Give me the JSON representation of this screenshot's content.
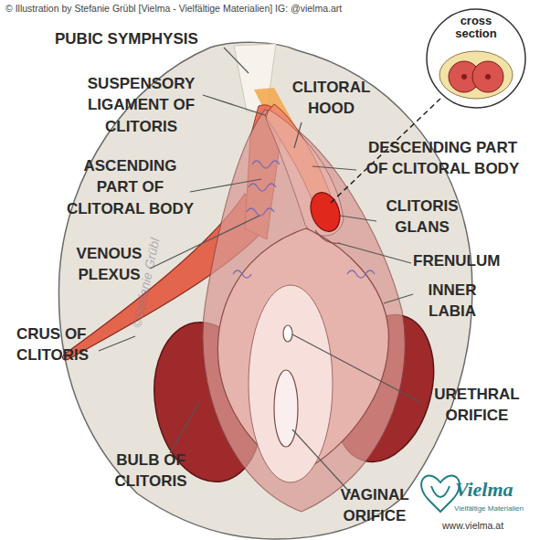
{
  "diagram": {
    "nodes": [
      {
        "text": [
          "cross section"
        ]
      }
    ],
    "labels": [
      "© Illustration by Stefanie Grübl [Vielma - Vielfältige Materialien] IG: @vielma.art",
      "PUBIC SYMPHYSIS",
      "SUSPENSORY LIGAMENT OF CLITORIS",
      "CLITORAL HOOD",
      "DESCENDING PART OF CLITORAL BODY",
      "ASCENDING PART OF CLITORAL BODY",
      "CLITORIS GLANS",
      "VENOUS PLEXUS",
      "FRENULUM",
      "INNER LABIA",
      "CRUS OF CLITORIS",
      "URETHRAL ORIFICE",
      "BULB OF CLITORIS",
      "VAGINAL ORIFICE",
      "©Stefanie Grübl",
      "Vielma",
      "Vielfältige Materialien",
      "www.vielma.at"
    ]
  }
}
